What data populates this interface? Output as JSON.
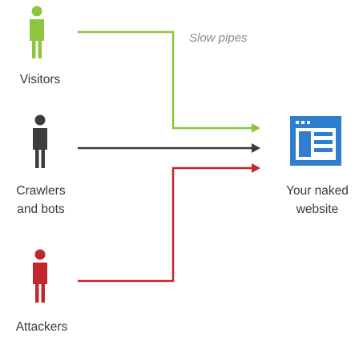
{
  "actors": [
    {
      "id": "visitors",
      "label_lines": [
        "Visitors"
      ],
      "color": "#8cc63f",
      "icon": "person-icon"
    },
    {
      "id": "crawlers",
      "label_lines": [
        "Crawlers",
        "and bots"
      ],
      "color": "#3d3d3d",
      "icon": "person-icon"
    },
    {
      "id": "attackers",
      "label_lines": [
        "Attackers"
      ],
      "color": "#c1272d",
      "icon": "person-icon"
    }
  ],
  "pipe_note": "Slow pipes",
  "target": {
    "label_lines": [
      "Your naked",
      "website"
    ],
    "color": "#2f7fd0",
    "icon": "website-window-icon"
  },
  "arrows": [
    {
      "from": "visitors",
      "to": "target",
      "color": "#8cc63f"
    },
    {
      "from": "crawlers",
      "to": "target",
      "color": "#3d3d3d"
    },
    {
      "from": "attackers",
      "to": "target",
      "color": "#c1272d"
    }
  ]
}
